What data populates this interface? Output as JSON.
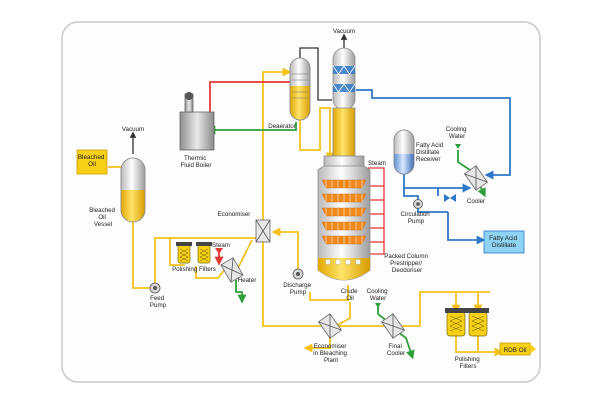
{
  "labels": {
    "vacuum_top": "Vacuum",
    "vacuum_left": "Vacuum",
    "bleached_oil_box": [
      "Bleached",
      "Oil"
    ],
    "bleached_oil_vessel": [
      "Bleached",
      "Oil",
      "Vessel"
    ],
    "thermic_fluid_boiler": [
      "Thermic",
      "Fluid Boiler"
    ],
    "deaerator": "Deaerator",
    "steam_top": "Steam",
    "steam_left": "Steam",
    "economiser": "Economiser",
    "polishing_filters_left": "Polishing Filters",
    "heater": "Heater",
    "feed_pump": [
      "Feed",
      "Pump"
    ],
    "discharge_pump": [
      "Discharge",
      "Pump"
    ],
    "packed_column": [
      "Packed Column",
      "Prestripper/",
      "Deodoriser"
    ],
    "fatty_acid_distillate_receiver": [
      "Fatty Acid",
      "Distillate",
      "Receiver"
    ],
    "cooling_water_top": [
      "Cooling",
      "Water"
    ],
    "cooler": "Cooler",
    "circulation_pump": [
      "Circulation",
      "Pump"
    ],
    "fatty_acid_distillate_box": [
      "Fatty Acid",
      "Distillate"
    ],
    "crude_oil": [
      "Crude",
      "Oil"
    ],
    "cooling_water_bottom": [
      "Cooling",
      "Water"
    ],
    "economiser_bleaching": [
      "Economiser",
      "in Bleaching",
      "Plant"
    ],
    "final_cooler": [
      "Final",
      "Cooler"
    ],
    "polishing_filters_right": [
      "Polishing",
      "Filters"
    ],
    "rdb_oil_box": "RDB Oil"
  },
  "colors": {
    "oil_line": "#f2c21b",
    "hot_line": "#e53935",
    "return_line": "#2e9e3a",
    "vapor_line": "#2f78c8",
    "vacuum_line": "#333333",
    "oil_box": "#f7d117",
    "distillate_box": "#8fd3f2"
  }
}
